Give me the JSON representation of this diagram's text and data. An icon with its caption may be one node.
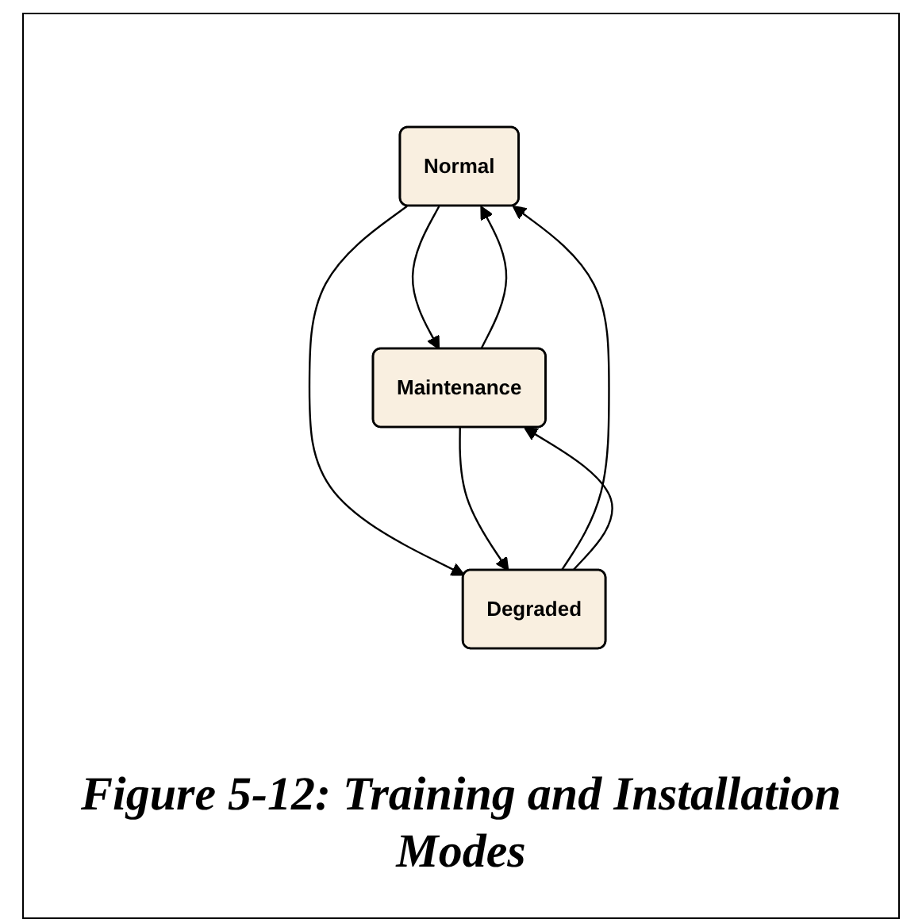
{
  "diagram": {
    "caption": "Figure 5-12: Training and Installation Modes",
    "nodes": [
      {
        "text": [
          "Normal"
        ]
      },
      {
        "text": [
          "Maintenance"
        ]
      },
      {
        "text": [
          "Degraded"
        ]
      }
    ],
    "edges": [
      {
        "from": 0,
        "to": 1,
        "arrow": "to"
      },
      {
        "from": 1,
        "to": 0,
        "arrow": "to"
      },
      {
        "from": 2,
        "to": 0,
        "arrow": "to"
      },
      {
        "from": 0,
        "to": 2,
        "arrow": "to"
      },
      {
        "from": 1,
        "to": 2,
        "arrow": "to"
      },
      {
        "from": 2,
        "to": 1,
        "arrow": "to"
      }
    ]
  }
}
